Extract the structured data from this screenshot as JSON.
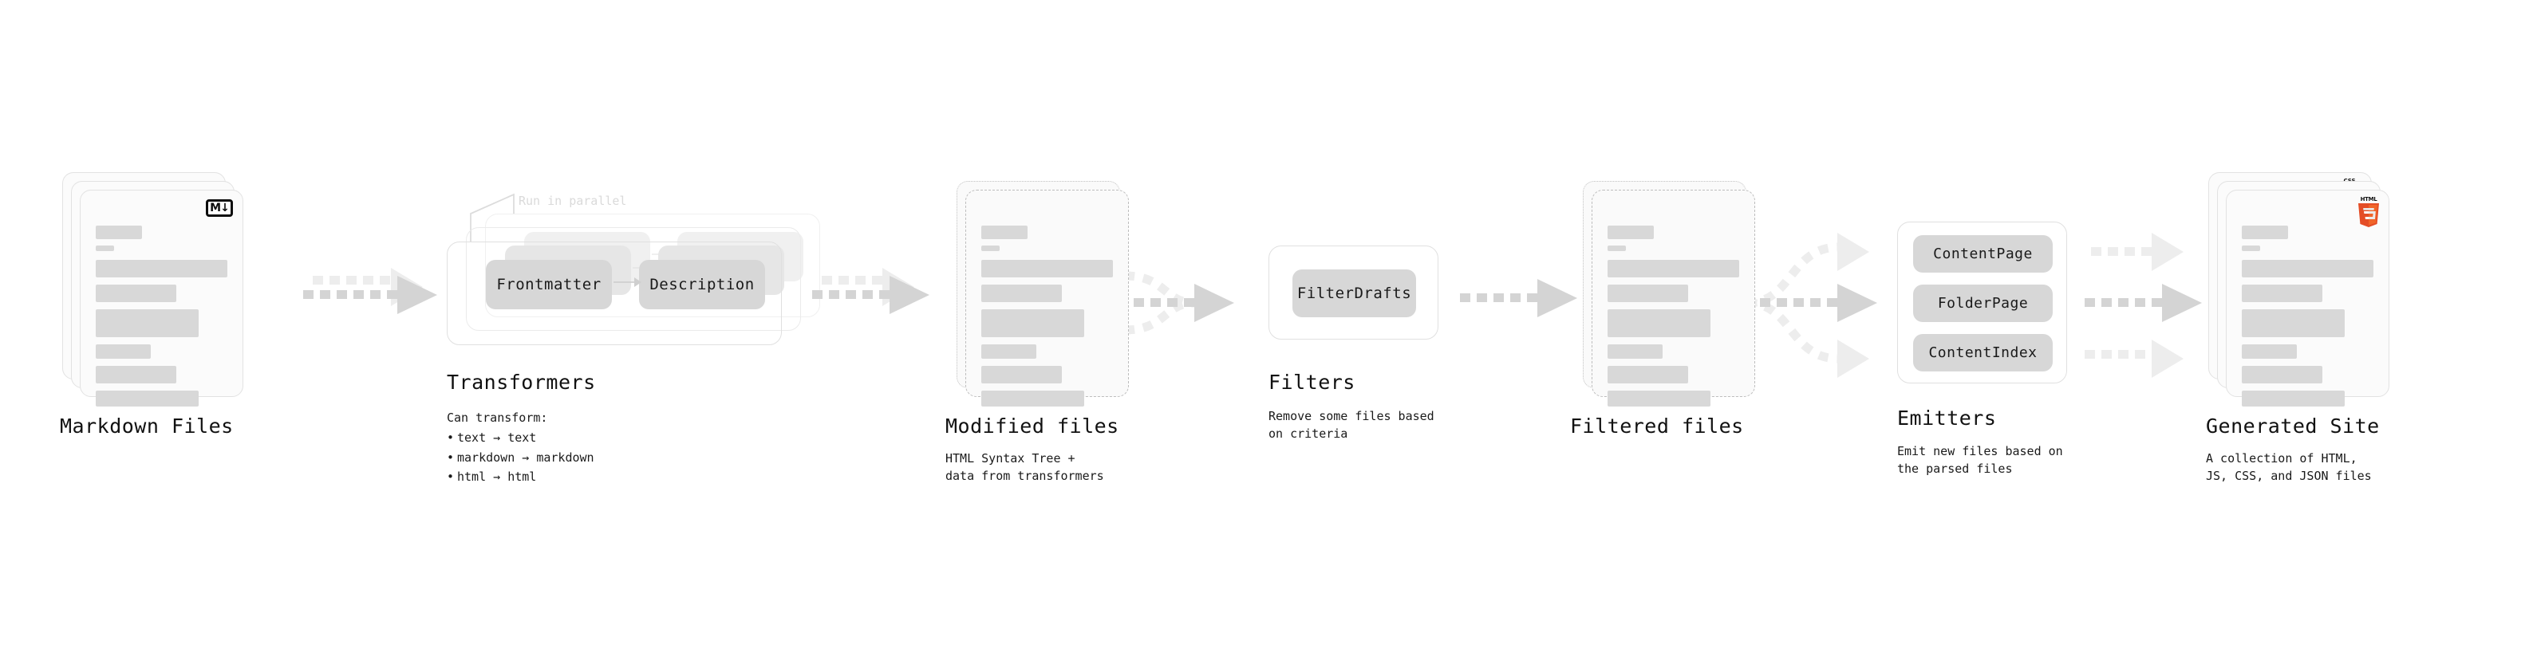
{
  "diagram": {
    "title_markdown": "Markdown Files",
    "stages": [
      {
        "id": "markdown-files",
        "title": "Markdown Files",
        "subtitle": "",
        "icon": "markdown-logo"
      },
      {
        "id": "transformers",
        "title": "Transformers",
        "parallel_label": "Run in parallel",
        "nodes": [
          "Frontmatter",
          "Description"
        ],
        "bullets_header": "Can transform:",
        "bullets": [
          "text → text",
          "markdown → markdown",
          "html → html"
        ]
      },
      {
        "id": "modified-files",
        "title": "Modified files",
        "subtitle": "HTML Syntax Tree +\ndata from transformers"
      },
      {
        "id": "filters",
        "title": "Filters",
        "subtitle": "Remove some files based\non criteria",
        "nodes": [
          "FilterDrafts"
        ]
      },
      {
        "id": "filtered-files",
        "title": "Filtered files",
        "subtitle": ""
      },
      {
        "id": "emitters",
        "title": "Emitters",
        "subtitle": "Emit new files based on\nthe parsed files",
        "nodes": [
          "ContentPage",
          "FolderPage",
          "ContentIndex"
        ]
      },
      {
        "id": "generated-site",
        "title": "Generated Site",
        "subtitle": "A collection of HTML,\nJS, CSS, and JSON files",
        "icons": [
          "css3-logo",
          "js-logo",
          "html5-logo"
        ]
      }
    ],
    "logo_text": {
      "markdown": "M",
      "markdown_arrow": "↓",
      "html5": "HTML",
      "html5_digit": "5",
      "css3": "CSS"
    },
    "colors": {
      "bar": "#d8d8d8",
      "card_border": "#e2e2e2",
      "card_bg": "#fbfbfb",
      "pill_bg": "#d7d7d7",
      "arrow": "#d4d4d4",
      "arrow_ghost": "#ededed",
      "text": "#111111",
      "muted": "#dadada",
      "html5_orange": "#e44d26",
      "html5_orange_light": "#f16529",
      "js_yellow": "#f7df1e",
      "css_blue": "#2965f1"
    }
  }
}
